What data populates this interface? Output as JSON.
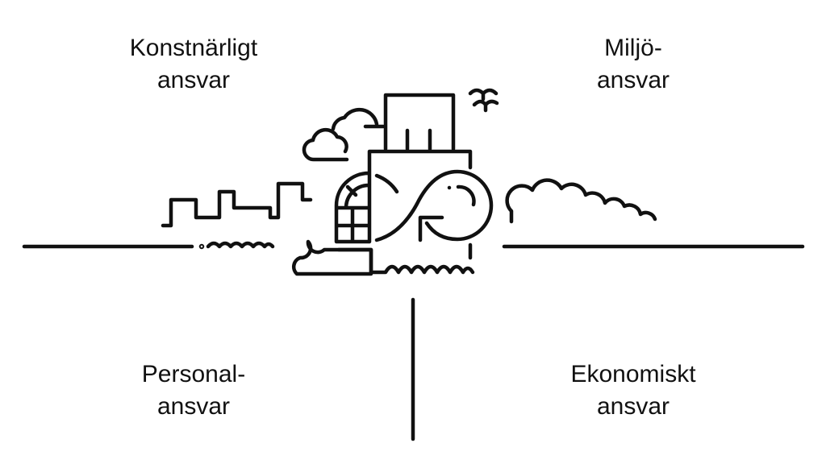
{
  "quadrants": {
    "top_left": {
      "line1": "Konstnärligt",
      "line2": "ansvar"
    },
    "top_right": {
      "line1": "Miljö-",
      "line2": "ansvar"
    },
    "bottom_left": {
      "line1": "Personal-",
      "line2": "ansvar"
    },
    "bottom_right": {
      "line1": "Ekonomiskt",
      "line2": "ansvar"
    }
  },
  "colors": {
    "ink": "#111111",
    "background": "#ffffff"
  }
}
